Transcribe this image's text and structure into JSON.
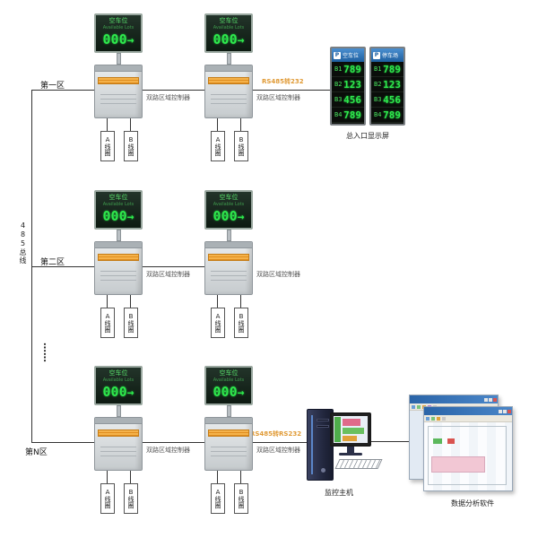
{
  "diagram": {
    "bus_label": "485总线",
    "zone1_label": "第一区",
    "zone2_label": "第二区",
    "zoneN_label": "第N区",
    "ellipsis": "……",
    "link_top_label": "RS485转232",
    "link_bottom_label": "RS485转RS232"
  },
  "sign": {
    "title": "空车位",
    "subtitle": "Available Lots",
    "digits": "000",
    "arrow": "→"
  },
  "controller_label": "双路区域控制器",
  "coil_a_label": "A线圈",
  "coil_b_label": "B线圈",
  "entrance_display": {
    "caption": "总入口显示屏",
    "logo": "P",
    "panels": [
      {
        "header": "空车位",
        "rows": [
          {
            "label": "B1",
            "value": "789"
          },
          {
            "label": "B2",
            "value": "123"
          },
          {
            "label": "B3",
            "value": "456"
          },
          {
            "label": "B4",
            "value": "789"
          }
        ]
      },
      {
        "header": "停车场",
        "rows": [
          {
            "label": "B1",
            "value": "789"
          },
          {
            "label": "B2",
            "value": "123"
          },
          {
            "label": "B3",
            "value": "456"
          },
          {
            "label": "B4",
            "value": "789"
          }
        ]
      }
    ]
  },
  "host_caption": "监控主机",
  "software_caption": "数据分析软件",
  "colors": {
    "led_green": "#2ee84c",
    "accent_orange": "#e09a35",
    "header_blue": "#2a64a8"
  }
}
